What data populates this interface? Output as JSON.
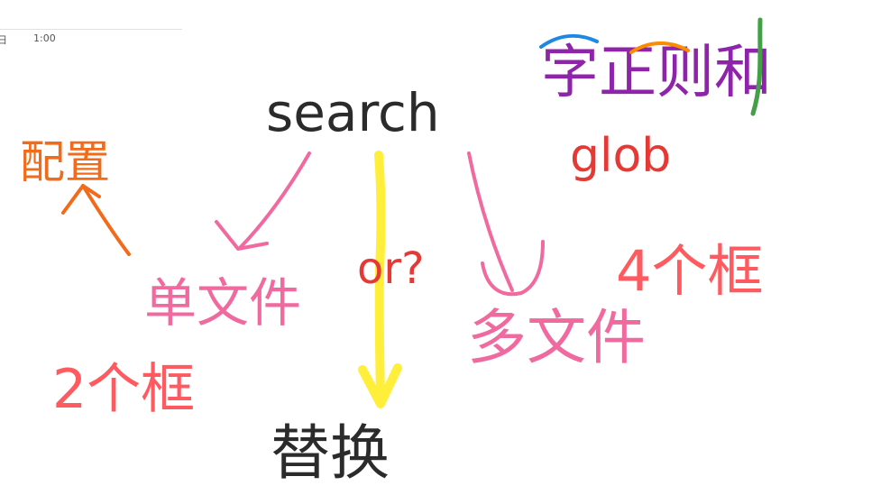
{
  "header": {
    "date_fragment": "日",
    "time": "1:00"
  },
  "notes": {
    "center_word": "search",
    "center_question": "or?",
    "bottom_word": "替换",
    "left_top": "配置",
    "left_mid": "单文件",
    "left_bottom": "2个框",
    "right_mid": "多文件",
    "right_top": "4个框",
    "top_right_line1": "字正则和",
    "top_right_line2": "glob"
  },
  "colors": {
    "black_ink": "#2b2b2b",
    "pink_ink": "#f06aa0",
    "red_ink": "#e53935",
    "orange_ink": "#f26b1b",
    "yellow_ink": "#ffef3a",
    "multicolor": [
      "#e53935",
      "#8e24aa",
      "#1e88e5",
      "#43a047",
      "#fb8c00",
      "#fdd835"
    ]
  },
  "icons": {
    "arrows": [
      "down-left-arrow",
      "down-arrow",
      "down-right-arrow",
      "up-arrow"
    ]
  }
}
